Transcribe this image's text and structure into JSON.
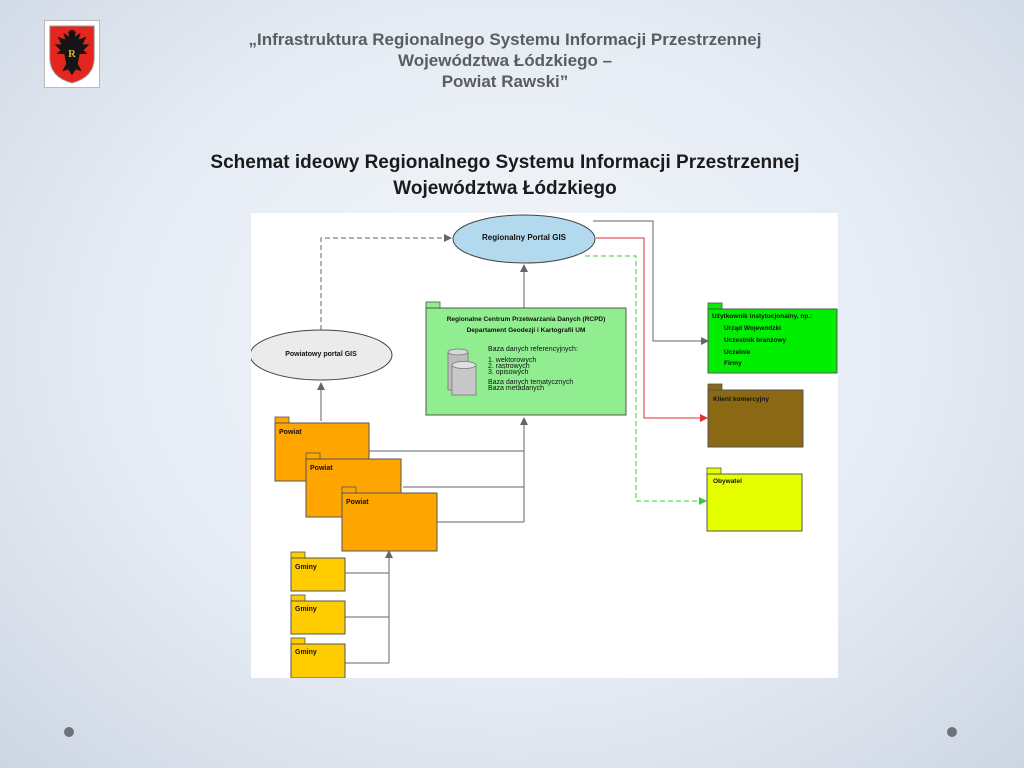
{
  "header": {
    "line1": "„Infrastruktura Regionalnego Systemu Informacji Przestrzennej",
    "line2": "Województwa Łódzkiego –",
    "line3": "Powiat Rawski”"
  },
  "subtitle": {
    "line1": "Schemat ideowy Regionalnego Systemu Informacji Przestrzennej",
    "line2": "Województwa Łódzkiego"
  },
  "colors": {
    "powiat": "#ffa500",
    "gminy": "#ffcc00",
    "rcpd": "#90ee90",
    "uzytkownik": "#00ee00",
    "klient": "#8b6914",
    "obywatel": "#e5ff00",
    "portal": "#b3d9ee"
  },
  "diagram": {
    "portal_regional": "Regionalny Portal GIS",
    "portal_powiat": "Powiatowy portal GIS",
    "rcpd": {
      "title": "Regionalne Centrum Przetwarzania Danych (RCPD)",
      "dept": "Departament Geodezji i Kartografii UM",
      "ref_db": "Baza danych referencyjnych:",
      "items": [
        "1. wektorowych",
        "2. rastrowych",
        "3. opisowych"
      ],
      "thematic_db": "Baza danych tematycznych",
      "metadata_db": "Baza metadanych"
    },
    "powiat_boxes": [
      "Powiat",
      "Powiat",
      "Powiat"
    ],
    "gminy_boxes": [
      "Gminy",
      "Gminy",
      "Gminy"
    ],
    "uzytkownik": {
      "title": "Użytkownik instytucjonalny, np.:",
      "items": [
        "Urząd Wojewódzki",
        "Uczestnik branżowy",
        "Uczelnie",
        "Firmy"
      ]
    },
    "klient": "Klient komercyjny",
    "obywatel": "Obywatel"
  }
}
